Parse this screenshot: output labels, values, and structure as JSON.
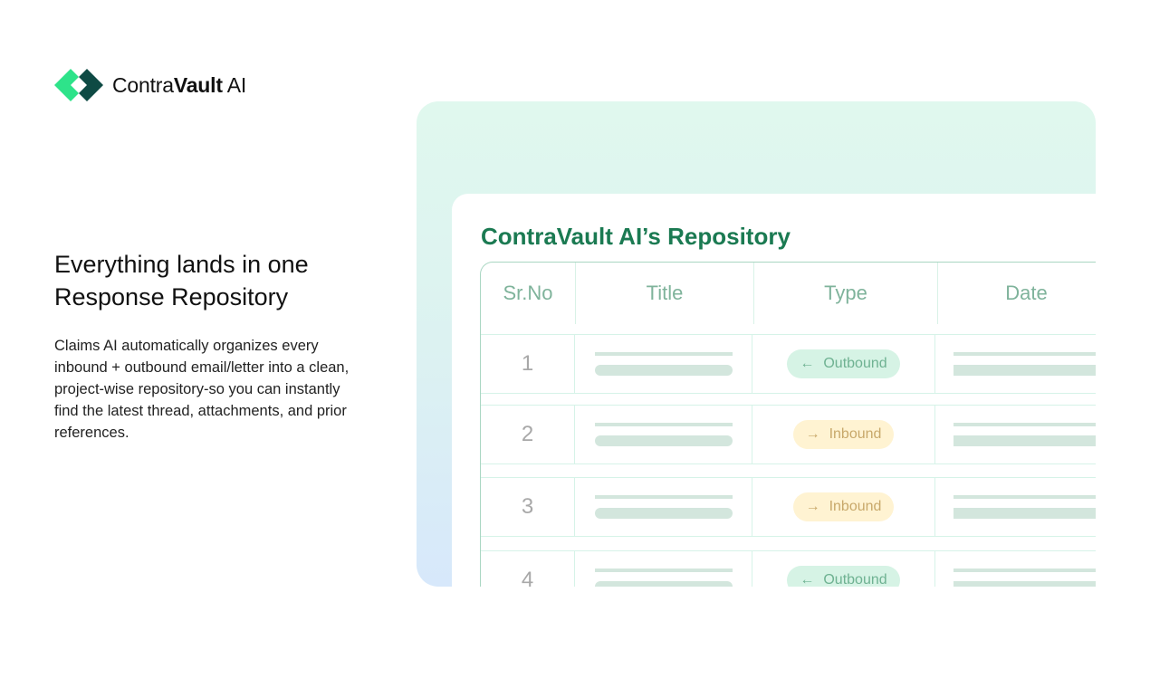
{
  "brand": {
    "name_light": "Contra",
    "name_bold": "Vault",
    "name_suffix": " AI"
  },
  "headline": "Everything lands in one Response Repository",
  "description": "Claims AI automatically organizes every inbound + outbound email/letter into a clean, project-wise repository-so you can instantly find the latest thread, attachments, and prior references.",
  "repository": {
    "title": "ContraVault AI’s Repository",
    "columns": [
      "Sr.No",
      "Title",
      "Type",
      "Date"
    ],
    "rows": [
      {
        "num": "1",
        "type": "Outbound",
        "icon": "arrow-left-icon"
      },
      {
        "num": "2",
        "type": "Inbound",
        "icon": "arrow-right-icon"
      },
      {
        "num": "3",
        "type": "Inbound",
        "icon": "arrow-right-icon"
      },
      {
        "num": "4",
        "type": "Outbound",
        "icon": "arrow-left-icon"
      }
    ]
  },
  "colors": {
    "brand_green": "#1b7a52",
    "accent_light": "#2ee38a",
    "accent_dark": "#0e4a44",
    "outbound": "#6fb292",
    "inbound": "#c8a86a"
  }
}
